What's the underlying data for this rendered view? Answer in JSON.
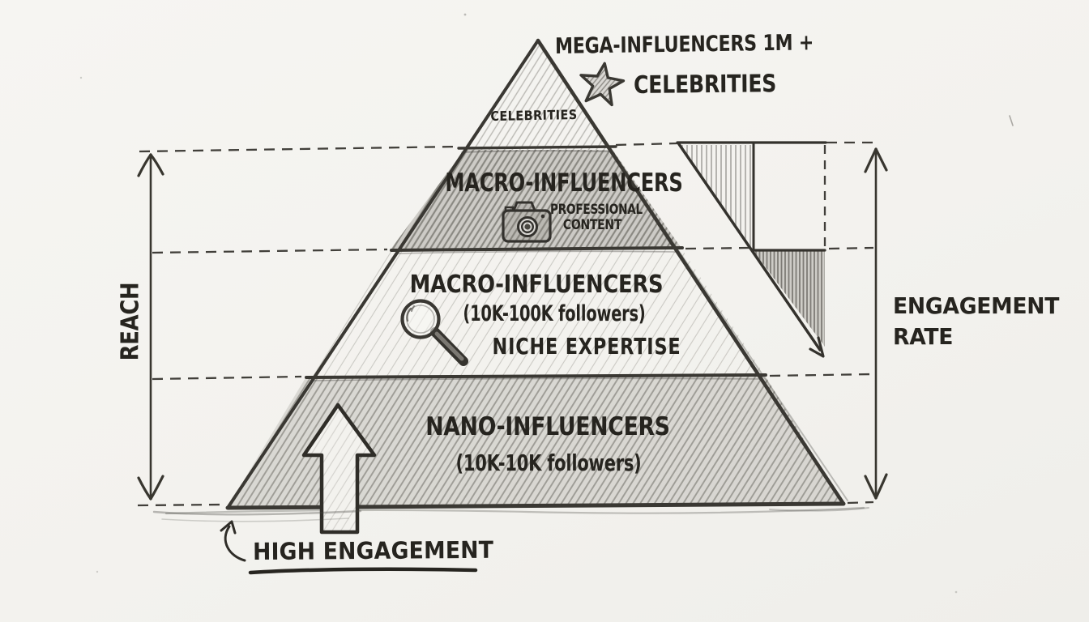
{
  "diagram": {
    "apex": {
      "line1": "MEGA-INFLUENCERS 1M +",
      "line2": "CELEBRITIES"
    },
    "tiers": {
      "celebrities": {
        "label": "CELEBRITIES"
      },
      "macro_top": {
        "title": "MACRO-INFLUENCERS",
        "subtitle_line1": "PROFESSIONAL",
        "subtitle_line2": "CONTENT"
      },
      "macro_mid": {
        "title": "MACRO-INFLUENCERS",
        "followers": "(10K-100K followers)",
        "tagline": "NICHE EXPERTISE"
      },
      "nano": {
        "title": "NANO-INFLUENCERS",
        "followers": "(10K-10K followers)"
      }
    },
    "axes": {
      "left": "REACH",
      "right_line1": "ENGAGEMENT",
      "right_line2": "RATE"
    },
    "notes": {
      "bottom": "HIGH ENGAGEMENT"
    },
    "icons": {
      "star": "star-icon",
      "camera": "camera-icon",
      "magnifier": "magnifying-glass-icon",
      "block_arrow": "up-block-arrow-icon",
      "curved_arrow": "curved-arrow-icon"
    },
    "colors": {
      "paper": "#f4f3ef",
      "ink": "#2e2c28",
      "pencil_dark": "#5f5c56",
      "pencil_mid": "#8f8c86",
      "pencil_light": "#c9c6c0"
    }
  }
}
